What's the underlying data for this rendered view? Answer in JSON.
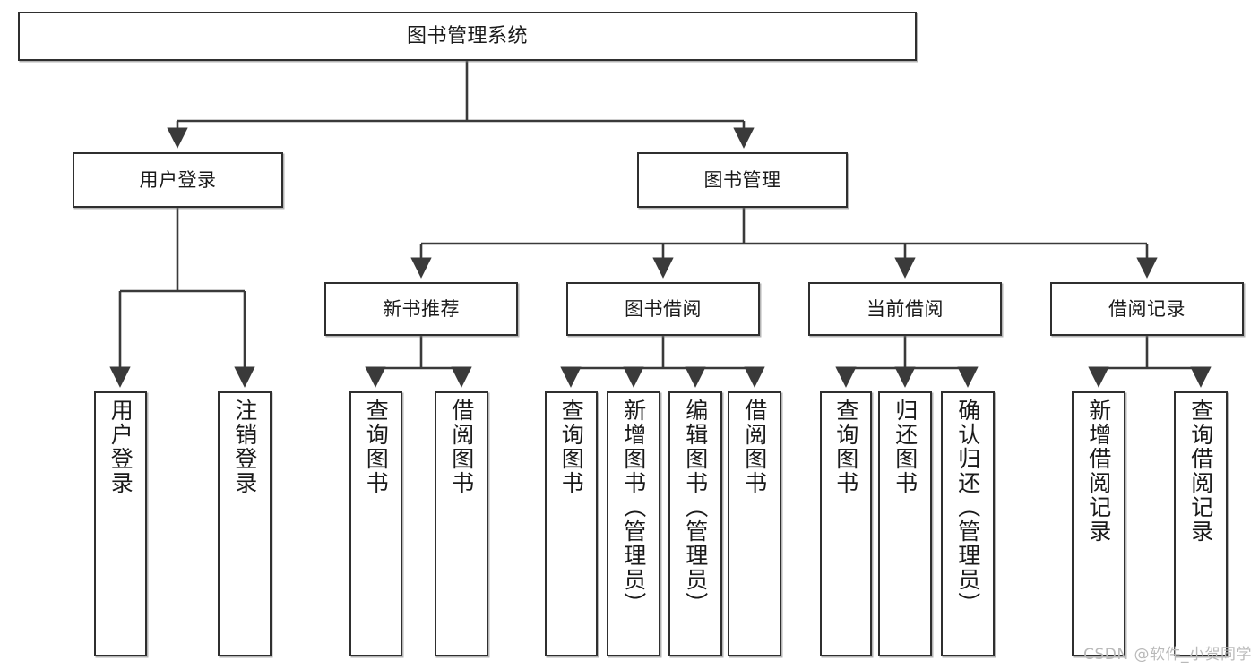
{
  "diagram": {
    "type": "hierarchy-tree",
    "title": "图书管理系统",
    "watermark": "CSDN @软件_小贺同学",
    "colors": {
      "node_border": "#2f2f2f",
      "node_fill": "#ffffff",
      "edge": "#3a3a3a",
      "text": "#1a1a1a",
      "watermark": "#b9b9b9"
    },
    "nodes": {
      "root": {
        "label": "图书管理系统",
        "level": 1,
        "orientation": "horizontal"
      },
      "l2": [
        {
          "label": "用户登录",
          "level": 2,
          "orientation": "horizontal"
        },
        {
          "label": "图书管理",
          "level": 2,
          "orientation": "horizontal"
        }
      ],
      "l3": [
        {
          "label": "新书推荐",
          "level": 3,
          "orientation": "horizontal"
        },
        {
          "label": "图书借阅",
          "level": 3,
          "orientation": "horizontal"
        },
        {
          "label": "当前借阅",
          "level": 3,
          "orientation": "horizontal"
        },
        {
          "label": "借阅记录",
          "level": 3,
          "orientation": "horizontal"
        }
      ],
      "leaves": [
        {
          "label": "用户登录",
          "parent": "用户登录",
          "orientation": "vertical"
        },
        {
          "label": "注销登录",
          "parent": "用户登录",
          "orientation": "vertical"
        },
        {
          "label": "查询图书",
          "parent": "新书推荐",
          "orientation": "vertical"
        },
        {
          "label": "借阅图书",
          "parent": "新书推荐",
          "orientation": "vertical"
        },
        {
          "label": "查询图书",
          "parent": "图书借阅",
          "orientation": "vertical"
        },
        {
          "label": "新增图书（管理员）",
          "parent": "图书借阅",
          "orientation": "vertical"
        },
        {
          "label": "编辑图书（管理员）",
          "parent": "图书借阅",
          "orientation": "vertical"
        },
        {
          "label": "借阅图书",
          "parent": "图书借阅",
          "orientation": "vertical"
        },
        {
          "label": "查询图书",
          "parent": "当前借阅",
          "orientation": "vertical"
        },
        {
          "label": "归还图书",
          "parent": "当前借阅",
          "orientation": "vertical"
        },
        {
          "label": "确认归还（管理员）",
          "parent": "当前借阅",
          "orientation": "vertical"
        },
        {
          "label": "新增借阅记录",
          "parent": "借阅记录",
          "orientation": "vertical"
        },
        {
          "label": "查询借阅记录",
          "parent": "借阅记录",
          "orientation": "vertical"
        }
      ]
    }
  }
}
